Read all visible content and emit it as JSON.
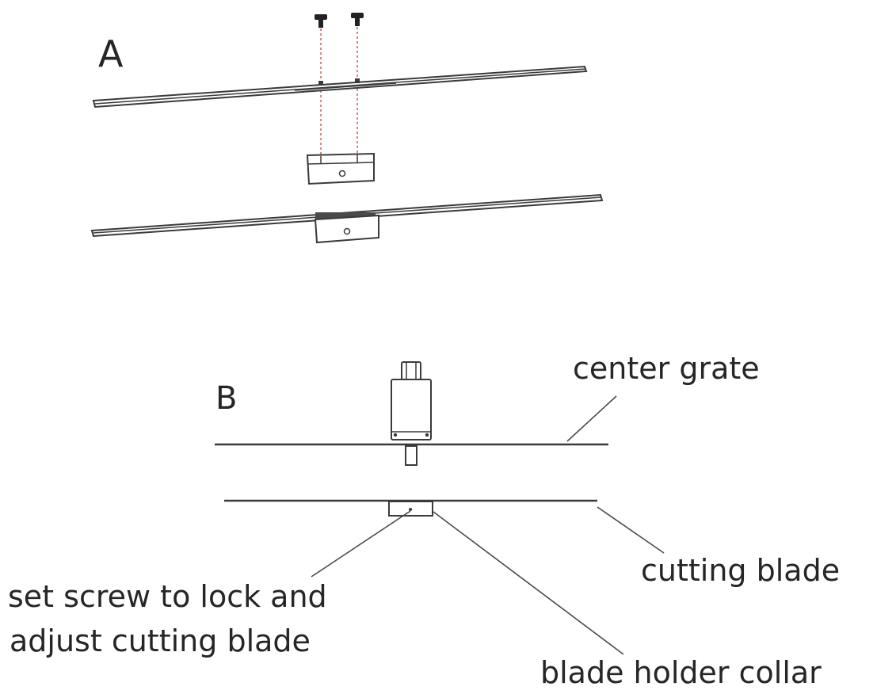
{
  "panels": {
    "a": {
      "letter": "A"
    },
    "b": {
      "letter": "B"
    }
  },
  "callouts": {
    "center_grate": "center grate",
    "cutting_blade": "cutting blade",
    "set_screw_line1": "set screw to lock and",
    "set_screw_line2": "adjust cutting blade",
    "blade_holder_collar": "blade holder collar"
  },
  "colors": {
    "ink": "#3a3a3a",
    "guide": "#c0392b"
  }
}
